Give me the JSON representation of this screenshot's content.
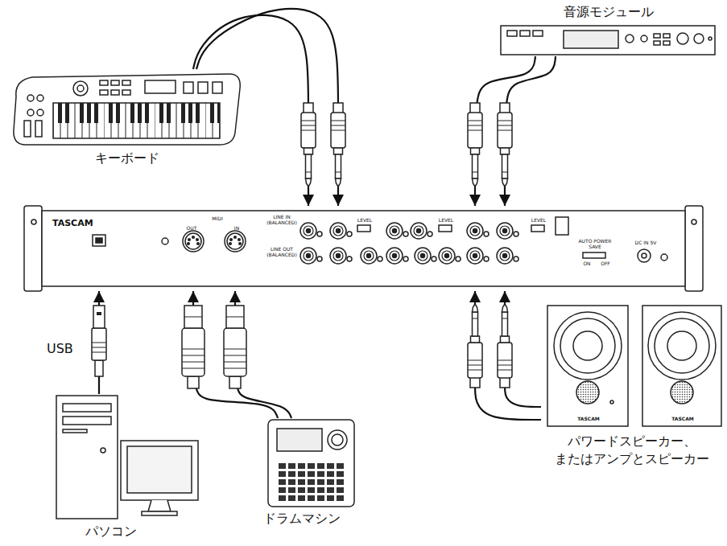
{
  "diagram": {
    "nodes": [
      {
        "text": [
          "音源モジュール"
        ]
      },
      {
        "text": [
          "キーボード"
        ]
      },
      {
        "text": [
          "TASCAM"
        ]
      },
      {
        "text": [
          "パソコン"
        ]
      },
      {
        "text": [
          "ドラムマシン"
        ]
      },
      {
        "text": [
          "パワードスピーカー、 またはアンプとスピーカー"
        ]
      }
    ],
    "edges": [
      {
        "from": 1,
        "to": 2,
        "arrow": "to"
      },
      {
        "from": 1,
        "to": 2,
        "arrow": "to"
      },
      {
        "from": 0,
        "to": 2,
        "arrow": "to"
      },
      {
        "from": 0,
        "to": 2,
        "arrow": "to"
      },
      {
        "from": 5,
        "to": 2,
        "arrow": "to"
      },
      {
        "from": 5,
        "to": 2,
        "arrow": "to"
      },
      {
        "from": 3,
        "to": 2,
        "label": "USB",
        "arrow": "to"
      },
      {
        "from": 4,
        "to": 2,
        "arrow": "to"
      },
      {
        "from": 4,
        "to": 2,
        "arrow": "to"
      }
    ],
    "labels": [
      "MIDI",
      "OUT",
      "IN",
      "LINE IN (BALANCED)",
      "LINE OUT (BALANCED)",
      "LEVEL",
      "LEVEL",
      "LEVEL",
      "AUTO POWER SAVE",
      "ON",
      "OFF",
      "DC IN 5V",
      "TASCAM",
      "TASCAM"
    ]
  }
}
